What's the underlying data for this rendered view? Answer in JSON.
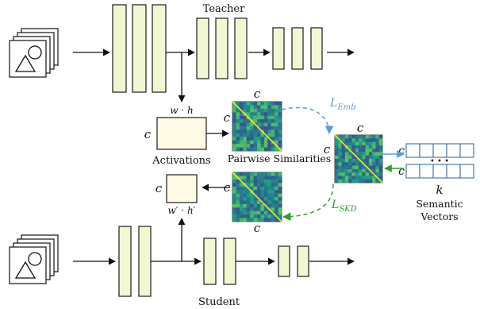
{
  "labels": {
    "teacher": "Teacher",
    "student": "Student",
    "activations": "Activations",
    "pairwise": "Pairwise Similarities",
    "semantic_line1": "Semantic",
    "semantic_line2": "Vectors",
    "wh": "w · h",
    "wh_prime": "w′ · h′",
    "k": "k",
    "dots": "• • •"
  },
  "symbols": {
    "c": "c",
    "L": "L",
    "emb_sub": "Emb",
    "skd_sub": "SKD"
  },
  "colors": {
    "layer_fill": "#f2f7d3",
    "emb_arrow": "#5b9bd5",
    "skd_arrow": "#2ca02c",
    "heatmap_base": "#2b7f8e",
    "heatmap_diag": "#f2e32b"
  }
}
